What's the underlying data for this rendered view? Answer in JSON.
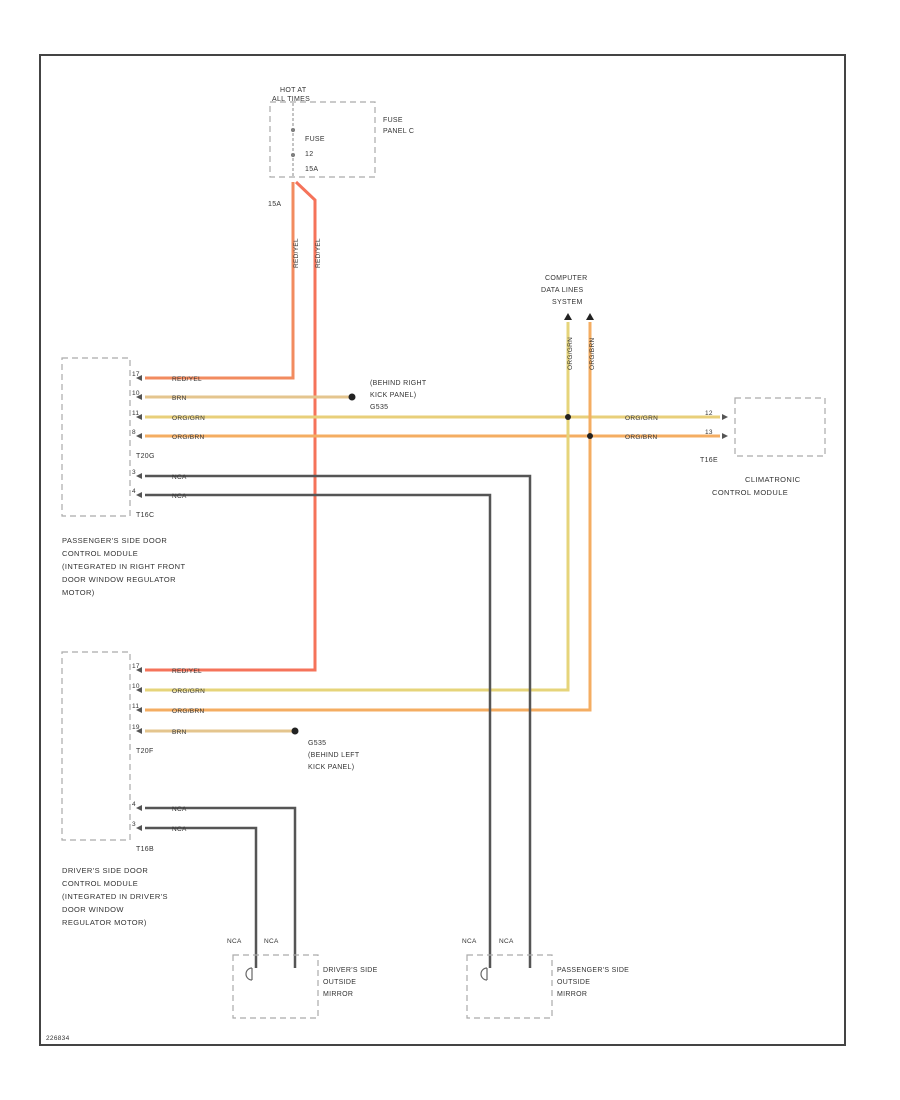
{
  "diagram_id": "226834",
  "colors": {
    "red_yellow": "#f28b5f",
    "brown": "#c9a66b",
    "orange_green": "#e8c878",
    "orange_brown": "#f0a85c",
    "grey": "#555555",
    "ground_brown": "#c9a66b"
  },
  "fuse": {
    "hot_at": "HOT AT",
    "hot_at_2": "ALL TIMES",
    "label": "FUSE",
    "number": "12",
    "amps": "15A",
    "panel_line1": "FUSE",
    "panel_line2": "PANEL C",
    "wire_tag": "15A"
  },
  "data_bus": {
    "line1": "COMPUTER",
    "line2": "DATA LINES",
    "line3": "SYSTEM"
  },
  "ground_right": {
    "line1": "(BEHIND RIGHT",
    "line2": "KICK PANEL)",
    "line3": "G535"
  },
  "ground_left": {
    "line1": "G535",
    "line2": "(BEHIND LEFT",
    "line3": "KICK PANEL)"
  },
  "passenger_module": {
    "connector_top": "T20G",
    "connector_bottom": "T16C",
    "line1": "PASSENGER'S SIDE DOOR",
    "line2": "CONTROL MODULE",
    "line3": "(INTEGRATED IN RIGHT FRONT",
    "line4": "DOOR WINDOW REGULATOR",
    "line5": "MOTOR)"
  },
  "driver_module": {
    "connector_top": "T20F",
    "connector_bottom": "T16B",
    "line1": "DRIVER'S SIDE DOOR",
    "line2": "CONTROL MODULE",
    "line3": "(INTEGRATED IN DRIVER'S",
    "line4": "DOOR WINDOW",
    "line5": "REGULATOR MOTOR)"
  },
  "climatronic": {
    "connector": "T16E",
    "line1": "CLIMATRONIC",
    "line2": "CONTROL MODULE",
    "pin1": "12",
    "pin2": "13"
  },
  "driver_mirror": {
    "line1": "DRIVER'S SIDE",
    "line2": "OUTSIDE",
    "line3": "MIRROR",
    "tag1": "NCA",
    "tag2": "NCA"
  },
  "passenger_mirror": {
    "line1": "PASSENGER'S SIDE",
    "line2": "OUTSIDE",
    "line3": "MIRROR",
    "tag1": "NCA",
    "tag2": "NCA"
  },
  "wires": {
    "red_yel": "RED/YEL",
    "brn": "BRN",
    "org_grn": "ORG/GRN",
    "org_brn": "ORG/BRN",
    "nca": "NCA"
  },
  "pins": {
    "p_top1": "17",
    "p_top2": "10",
    "p_top3": "11",
    "p_top4": "8",
    "p_bot1": "3",
    "p_bot2": "4",
    "d_top1": "17",
    "d_top2": "10",
    "d_top3": "11",
    "d_top4": "19",
    "d_bot1": "4",
    "d_bot2": "3"
  }
}
